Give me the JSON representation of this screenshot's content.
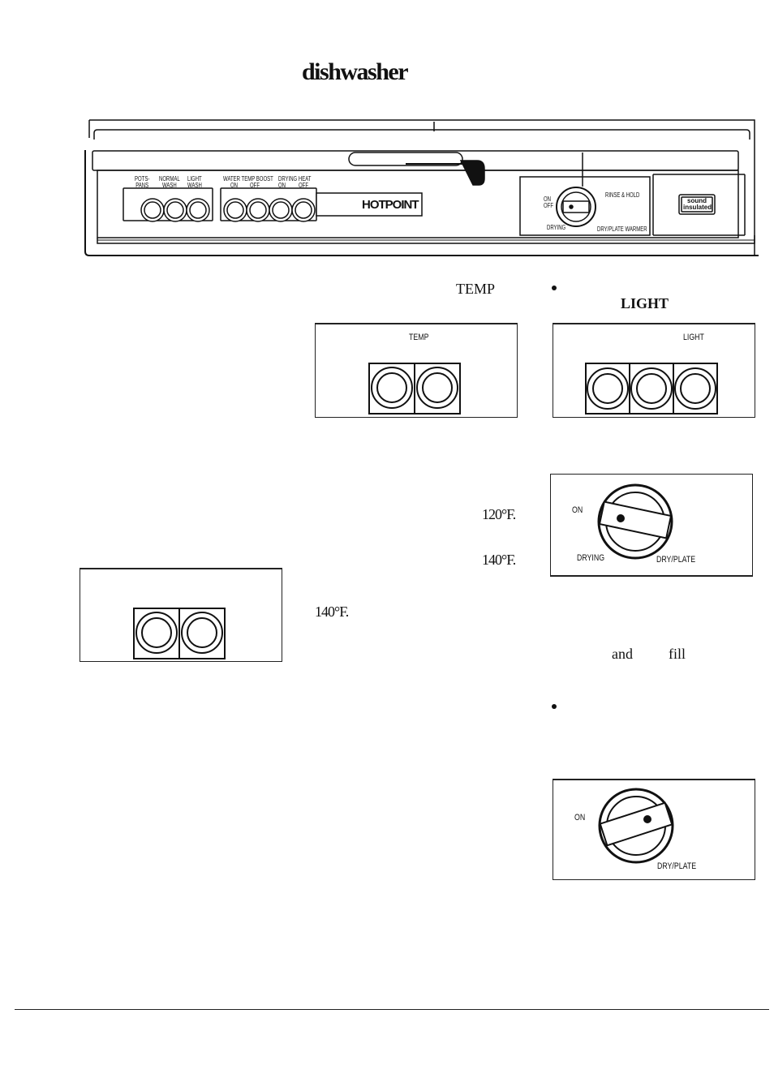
{
  "page": {
    "title": "dishwasher"
  },
  "panel": {
    "options": [
      {
        "top": "POTS-",
        "bottom": "PANS"
      },
      {
        "top": "NORMAL",
        "bottom": "WASH"
      },
      {
        "top": "LIGHT",
        "bottom": "WASH"
      }
    ],
    "water_temp_boost": "WATER TEMP BOOST",
    "drying_heat": "DRYING HEAT",
    "on": "ON",
    "off": "OFF",
    "brand": "HOTPOINT",
    "dial": {
      "on": "ON",
      "off": "OFF",
      "rinse_hold": "RINSE & HOLD",
      "drying": "DRYING",
      "dry_plate_warmer": "DRY/PLATE WARMER"
    },
    "badge": {
      "line1": "sound",
      "line2": "insulated"
    }
  },
  "text": {
    "temp_heading": "TEMP",
    "light_heading": "LIGHT",
    "temp_120": "120°F.",
    "temp_140a": "140°F.",
    "temp_140b": "140°F.",
    "and": "and",
    "fill": "fill"
  },
  "figures": {
    "temp_box_label": "TEMP",
    "light_box_label": "LIGHT",
    "dial1": {
      "on": "ON",
      "drying": "DRYING",
      "dryplate": "DRY/PLATE"
    },
    "dial2": {
      "on": "ON",
      "dryplate": "DRY/PLATE"
    }
  }
}
